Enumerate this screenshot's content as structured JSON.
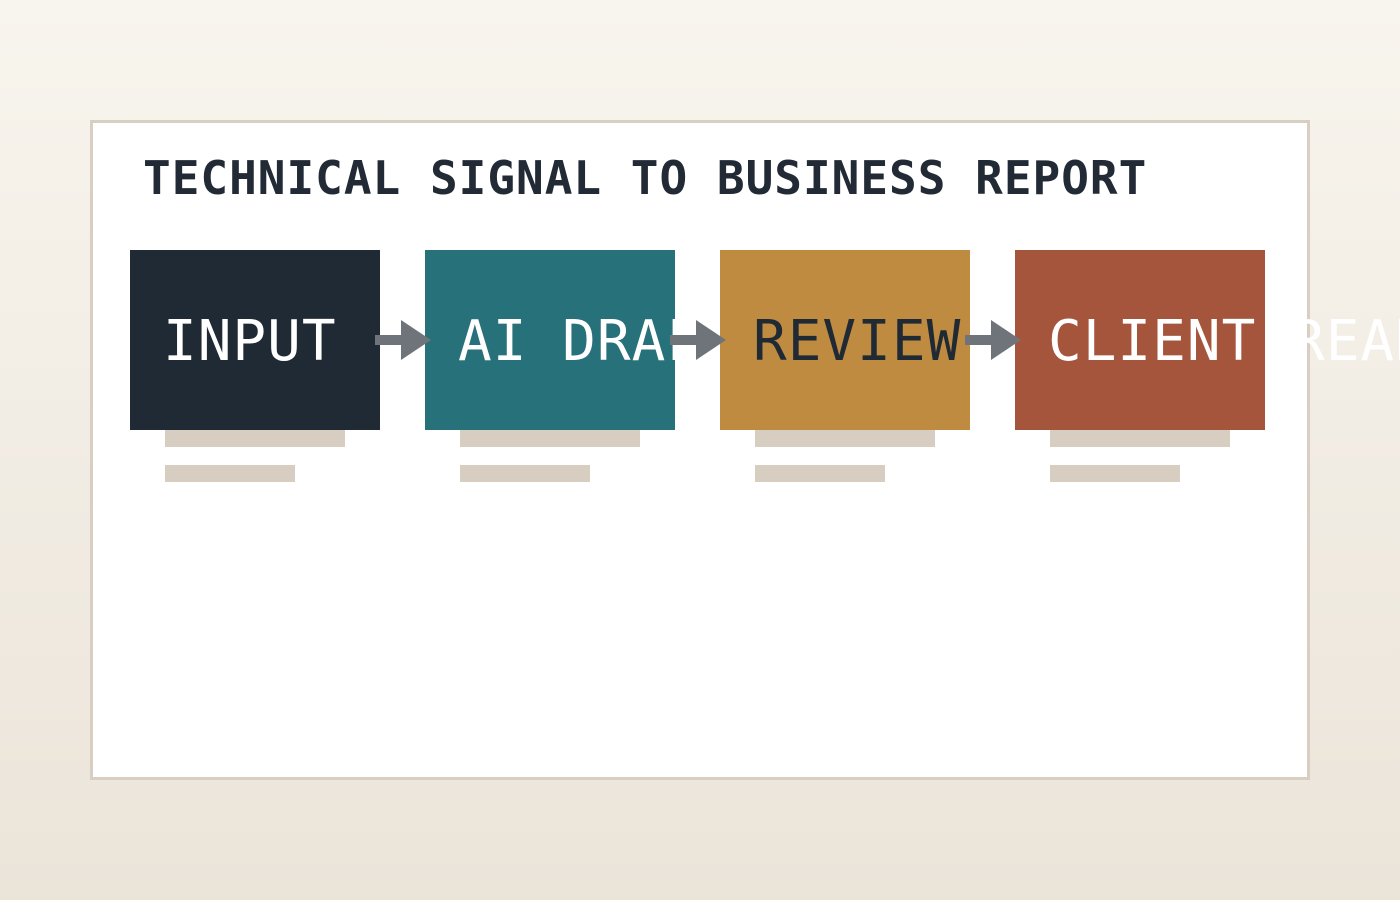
{
  "title": "TECHNICAL SIGNAL TO BUSINESS REPORT",
  "stages": [
    {
      "label": "INPUT",
      "color": "#202a35",
      "text_color": "#ffffff"
    },
    {
      "label": "AI DRAFT",
      "color": "#27717a",
      "text_color": "#ffffff"
    },
    {
      "label": "REVIEW",
      "color": "#bf8b40",
      "text_color": "#202a35"
    },
    {
      "label": "CLIENT READY",
      "color": "#a5553c",
      "text_color": "#ffffff"
    }
  ],
  "arrow_color": "#6f747a",
  "placeholder_color": "#d7cdc0"
}
